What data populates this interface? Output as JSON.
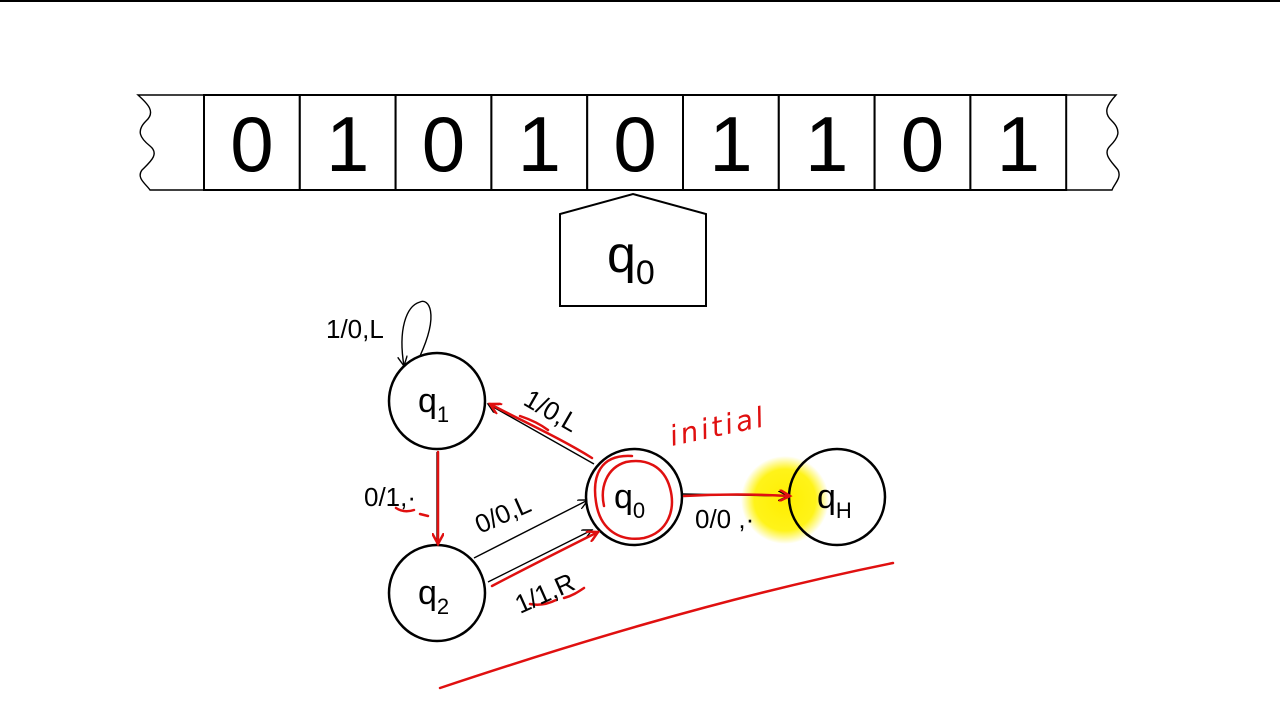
{
  "tape": {
    "cells": [
      "0",
      "1",
      "0",
      "1",
      "0",
      "1",
      "1",
      "0",
      "1"
    ],
    "head_cell_index": 4
  },
  "head": {
    "state_main": "q",
    "state_sub": "0"
  },
  "states": [
    {
      "id": "q1",
      "main": "q",
      "sub": "1"
    },
    {
      "id": "q2",
      "main": "q",
      "sub": "2"
    },
    {
      "id": "q0",
      "main": "q",
      "sub": "0"
    },
    {
      "id": "qH",
      "main": "q",
      "sub": "H"
    }
  ],
  "transitions": {
    "q1_self": "1/0,L",
    "q0_to_q1": "1/0,L",
    "q1_to_q2": "0/1,·",
    "q2_to_q0_upper": "0/0,L",
    "q2_to_q0_lower": "1/1,R",
    "q0_to_qH": "0/0 ,·"
  },
  "annotations": {
    "initial": "initial"
  },
  "colors": {
    "ink_red": "#e01010",
    "highlight_yellow": "#ffee00"
  }
}
